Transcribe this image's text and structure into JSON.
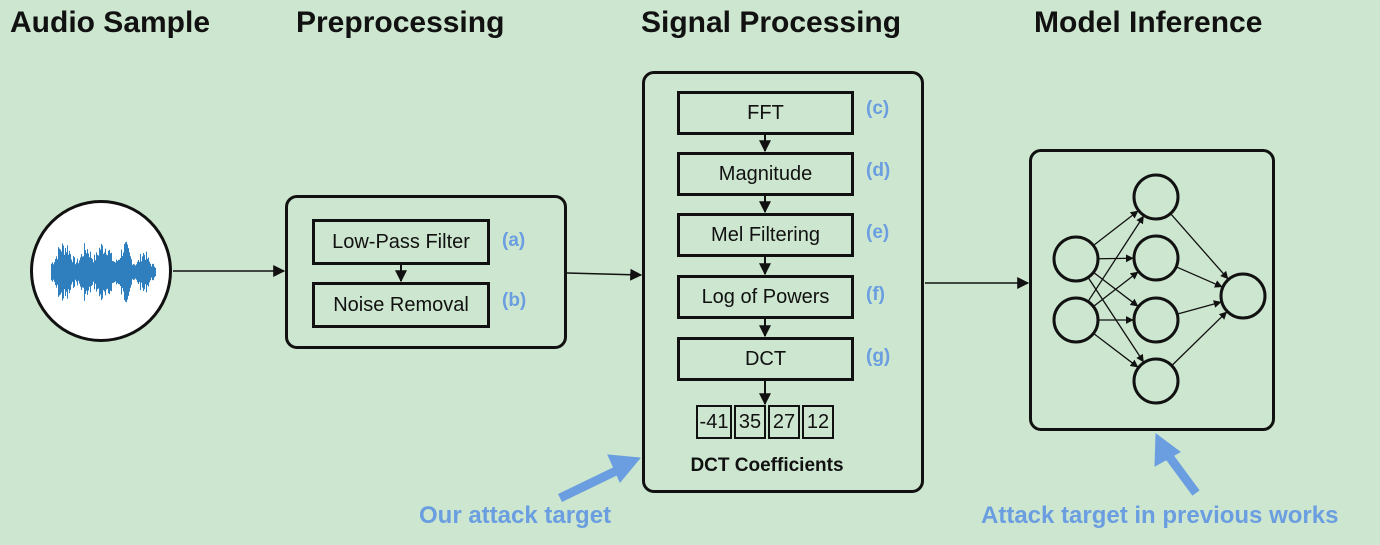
{
  "stages": {
    "audio": "Audio Sample",
    "preprocessing": "Preprocessing",
    "signal": "Signal Processing",
    "model": "Model Inference"
  },
  "preprocessing_steps": [
    {
      "label": "Low-Pass Filter",
      "tag": "(a)"
    },
    {
      "label": "Noise Removal",
      "tag": "(b)"
    }
  ],
  "signal_steps": [
    {
      "label": "FFT",
      "tag": "(c)"
    },
    {
      "label": "Magnitude",
      "tag": "(d)"
    },
    {
      "label": "Mel Filtering",
      "tag": "(e)"
    },
    {
      "label": "Log of Powers",
      "tag": "(f)"
    },
    {
      "label": "DCT",
      "tag": "(g)"
    }
  ],
  "coefficients": [
    "-41",
    "35",
    "27",
    "12"
  ],
  "coefficients_caption": "DCT Coefficients",
  "annotations": {
    "ours": "Our attack target",
    "previous": "Attack target in previous works"
  },
  "colors": {
    "background": "#cde6cf",
    "accent": "#6a9ee0",
    "waveform": "#2f7fbf"
  }
}
